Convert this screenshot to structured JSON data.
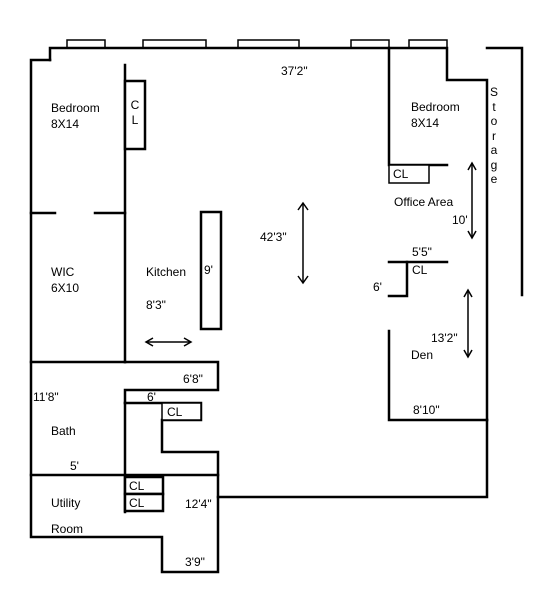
{
  "rooms": {
    "bedroom_left": {
      "name": "Bedroom",
      "size": "8X14"
    },
    "bedroom_right": {
      "name": "Bedroom",
      "size": "8X14"
    },
    "wic": {
      "name": "WIC",
      "size": "6X10"
    },
    "kitchen": {
      "name": "Kitchen"
    },
    "office": {
      "name": "Office Area"
    },
    "den": {
      "name": "Den"
    },
    "bath": {
      "name": "Bath"
    },
    "utility": {
      "line1": "Utility",
      "line2": "Room"
    },
    "storage": {
      "letters": [
        "S",
        "t",
        "o",
        "r",
        "a",
        "g",
        "e"
      ]
    }
  },
  "closets": {
    "left_bedroom_cl": [
      "C",
      "L"
    ],
    "right_bedroom": "CL",
    "den": "CL",
    "bath": "CL",
    "utility_1": "CL",
    "utility_2": "CL"
  },
  "dims": {
    "width_top": "37'2\"",
    "height_main": "42'3\"",
    "kitchen_counter": "9'",
    "kitchen_width": "8'3\"",
    "bath_width": "11'8\"",
    "hall_6_8": "6'8\"",
    "hall_6": "6'",
    "bath_5": "5'",
    "utility_12_4": "12'4\"",
    "utility_3_9": "3'9\"",
    "office_10": "10'",
    "office_5_5": "5'5\"",
    "den_6": "6'",
    "den_13_2": "13'2\"",
    "den_8_10": "8'10\""
  }
}
